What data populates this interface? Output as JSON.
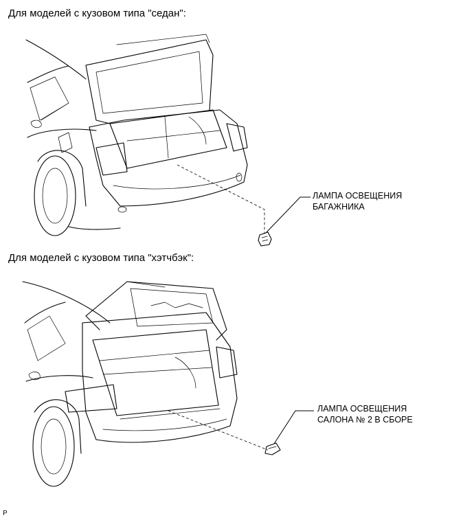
{
  "sections": {
    "sedan": {
      "heading": "Для моделей с кузовом типа \"седан\":",
      "callout_line1": "ЛАМПА ОСВЕЩЕНИЯ",
      "callout_line2": "БАГАЖНИКА"
    },
    "hatchback": {
      "heading": "Для моделей с кузовом типа \"хэтчбэк\":",
      "callout_line1": "ЛАМПА ОСВЕЩЕНИЯ",
      "callout_line2": "САЛОНА № 2 В СБОРЕ"
    }
  },
  "footer": {
    "code": "P"
  }
}
